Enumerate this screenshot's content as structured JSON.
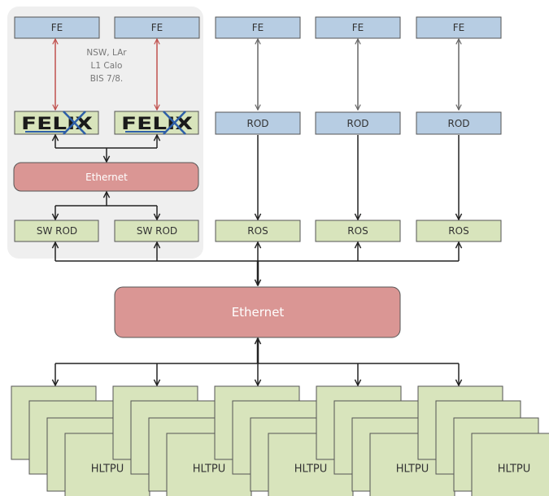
{
  "fe_boxes": [
    "FE",
    "FE",
    "FE",
    "FE",
    "FE"
  ],
  "felix_note": [
    "NSW, LAr",
    "L1 Calo",
    "BIS 7/8."
  ],
  "felix_logos": [
    "FELIX",
    "FELIX"
  ],
  "rod_boxes": [
    "ROD",
    "ROD",
    "ROD"
  ],
  "ethernet_small": "Ethernet",
  "swrod_boxes": [
    "SW ROD",
    "SW ROD"
  ],
  "ros_boxes": [
    "ROS",
    "ROS",
    "ROS"
  ],
  "ethernet_main": "Ethernet",
  "hltpu_label": "HLTPU",
  "colors": {
    "fe_fill": "#b7cde3",
    "green_fill": "#d8e4bc",
    "ethernet_fill": "#da9694",
    "group_bg": "#efefef",
    "red_arrow": "#c0504d",
    "felix_blue": "#2e5fa8"
  }
}
